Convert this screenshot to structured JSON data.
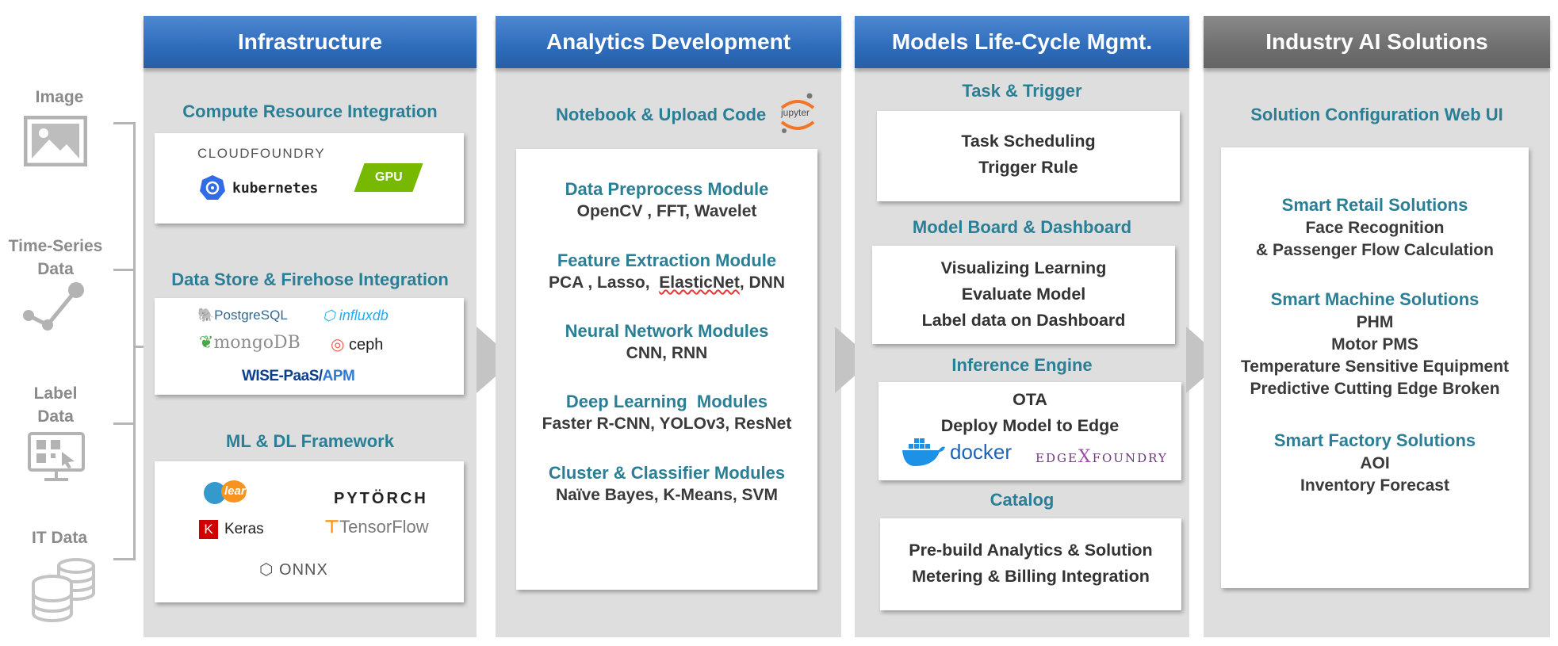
{
  "sources": [
    {
      "label": "Image",
      "icon": "image-icon"
    },
    {
      "label_lines": [
        "Time-Series",
        "Data"
      ],
      "icon": "chart-line-icon"
    },
    {
      "label_lines": [
        "Label",
        "Data"
      ],
      "icon": "monitor-label-icon"
    },
    {
      "label": "IT Data",
      "icon": "database-icon"
    }
  ],
  "columns": {
    "infrastructure": {
      "title": "Infrastructure",
      "compute": {
        "title": "Compute Resource Integration",
        "logos": {
          "cloudfoundry": "CLOUDFOUNDRY",
          "kubernetes": "kubernetes",
          "gpu": "GPU"
        }
      },
      "datastore": {
        "title": "Data Store & Firehose Integration",
        "logos": {
          "postgres": "PostgreSQL",
          "influxdb": "influxdb",
          "mongodb": "mongoDB",
          "ceph": "ceph",
          "wise_part1": "WISE-PaaS/",
          "wise_part2": "APM"
        }
      },
      "framework": {
        "title": "ML & DL Framework",
        "logos": {
          "sklearn": "learn",
          "pytorch": "PYTÖRCH",
          "keras_k": "K",
          "keras": "Keras",
          "tensorflow": "TensorFlow",
          "onnx": "ONNX"
        }
      }
    },
    "analytics": {
      "title": "Analytics Development",
      "notebook": "Notebook & Upload Code",
      "jupyter": "jupyter",
      "modules": [
        {
          "title": "Data Preprocess Module",
          "body": "OpenCV , FFT, Wavelet"
        },
        {
          "title": "Feature Extraction Module",
          "body_pre": "PCA , Lasso,  ",
          "body_under": "ElasticNet",
          "body_post": ", DNN"
        },
        {
          "title": "Neural Network Modules",
          "body": "CNN, RNN"
        },
        {
          "title": "Deep Learning  Modules",
          "body": "Faster R-CNN, YOLOv3, ResNet"
        },
        {
          "title": "Cluster & Classifier Modules",
          "body": "Naïve Bayes, K-Means, SVM"
        }
      ]
    },
    "models": {
      "title": "Models Life-Cycle Mgmt.",
      "task": {
        "title": "Task & Trigger",
        "lines": [
          "Task Scheduling",
          "Trigger Rule"
        ]
      },
      "board": {
        "title": "Model Board & Dashboard",
        "lines": [
          "Visualizing Learning",
          "Evaluate Model",
          "Label data on Dashboard"
        ]
      },
      "inference": {
        "title": "Inference Engine",
        "lines": [
          "OTA",
          "Deploy Model to Edge"
        ],
        "docker": "docker",
        "edgex_part1": "EDGE",
        "edgex_part2": "X",
        "edgex_part3": "FOUNDRY"
      },
      "catalog": {
        "title": "Catalog",
        "lines": [
          "Pre-build Analytics & Solution",
          "Metering & Billing Integration"
        ]
      }
    },
    "industry": {
      "title": "Industry AI Solutions",
      "config": "Solution Configuration Web UI",
      "groups": [
        {
          "title": "Smart Retail Solutions",
          "lines": [
            "Face Recognition",
            "& Passenger Flow Calculation"
          ]
        },
        {
          "title": "Smart Machine Solutions",
          "lines": [
            "PHM",
            "Motor PMS",
            "Temperature Sensitive Equipment",
            "Predictive Cutting Edge Broken"
          ]
        },
        {
          "title": "Smart Factory Solutions",
          "lines": [
            "AOI",
            "Inventory Forecast"
          ]
        }
      ]
    }
  },
  "colors": {
    "header_blue": "#2e6cba",
    "header_gray": "#6f6f6f",
    "teal_title": "#2a7f96",
    "panel_bg": "#dedede"
  }
}
